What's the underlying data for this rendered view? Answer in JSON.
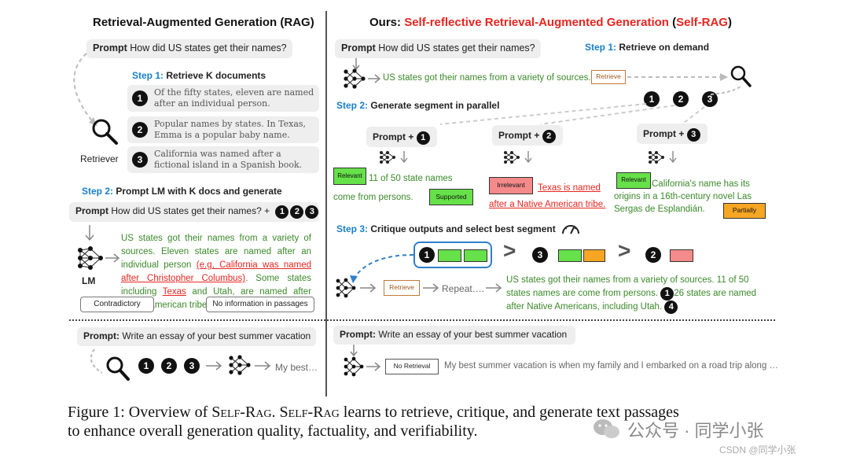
{
  "left": {
    "title": "Retrieval-Augmented Generation (RAG)",
    "prompt_label": "Prompt",
    "prompt_text": "How did US states get their names?",
    "step1_num": "Step 1:",
    "step1_text": "Retrieve K documents",
    "docs": [
      {
        "num": "1",
        "text": "Of the fifty states, eleven are named after an individual person."
      },
      {
        "num": "2",
        "text": "Popular names by states. In Texas, Emma is a popular baby name."
      },
      {
        "num": "3",
        "text": "California was named after a fictional island in a Spanish book."
      }
    ],
    "retriever_label": "Retriever",
    "step2_num": "Step 2:",
    "step2_text": "Prompt LM with K docs and generate",
    "prompt2_text": "How did US states get their names? +",
    "lm_label": "LM",
    "output_a": "US states got their names from a variety of sources. Eleven states are named after an individual person ",
    "output_b": "(e.g, California was named after Christopher Columbus)",
    "output_c": ". Some states including ",
    "output_d": "Texas",
    "output_e": " and Utah, are named after Native American tribe.",
    "contradictory": "Contradictory",
    "no_info": "No information in passages",
    "bottom_prompt_label": "Prompt:",
    "bottom_prompt_text": "Write an essay of your best summer vacation",
    "bottom_output": "My best…"
  },
  "right": {
    "title_prefix": "Ours: ",
    "title_main": "Self-reflective Retrieval-Augmented Generation",
    "title_abbr": "Self-RAG",
    "prompt_label": "Prompt",
    "prompt_text": "How did US states get their names?",
    "step1_num": "Step 1:",
    "step1_text": "Retrieve on demand",
    "first_output": "US states got their names from a variety of sources.",
    "retrieve_tag": "Retrieve",
    "step2_num": "Step 2:",
    "step2_text": "Generate segment in parallel",
    "prompt_plus": "Prompt +",
    "seg1_tag": "Relevant",
    "seg1_text_a": "11 of 50 state names",
    "seg1_text_b": "come from persons.",
    "seg1_tag2": "Supported",
    "seg2_tag": "Irrelevant",
    "seg2_text": "Texas is named after a Native American tribe.",
    "seg3_tag": "Relevant",
    "seg3_text": "California's name has its origins in a 16th-century novel Las Sergas de Esplandián.",
    "seg3_tag2": "Partially",
    "step3_num": "Step 3:",
    "step3_text": "Critique outputs and select best segment",
    "gt": ">",
    "repeat": "Repeat….",
    "final_a": "US states got their names from a variety of sources. 11 of 50 states names are come from persons.",
    "final_b": "26 states are named after Native Americans, including Utah.",
    "bottom_prompt_label": "Prompt:",
    "bottom_prompt_text": "Write an essay of your best summer vacation",
    "no_retrieval": "No Retrieval",
    "bottom_output": "My best summer vacation is when my family and I embarked on a road trip along …"
  },
  "circle_nums": [
    "1",
    "2",
    "3",
    "4"
  ],
  "caption": {
    "line1_a": "Figure 1: Overview of ",
    "selfrag": "Self-Rag",
    "line1_b": ". ",
    "line1_c": " learns to retrieve, critique, and generate text passages",
    "line2": "to enhance overall generation quality, factuality, and verifiability."
  },
  "watermark": "公众号 · 同学小张",
  "watermark2": "CSDN @同学小张",
  "colors": {
    "accent_red": "#e8251f",
    "accent_blue": "#1a7fc9",
    "text_green": "#3b8a2a",
    "tag_green": "#66e14a",
    "tag_red": "#f48a8a",
    "tag_orange": "#f6a623"
  }
}
